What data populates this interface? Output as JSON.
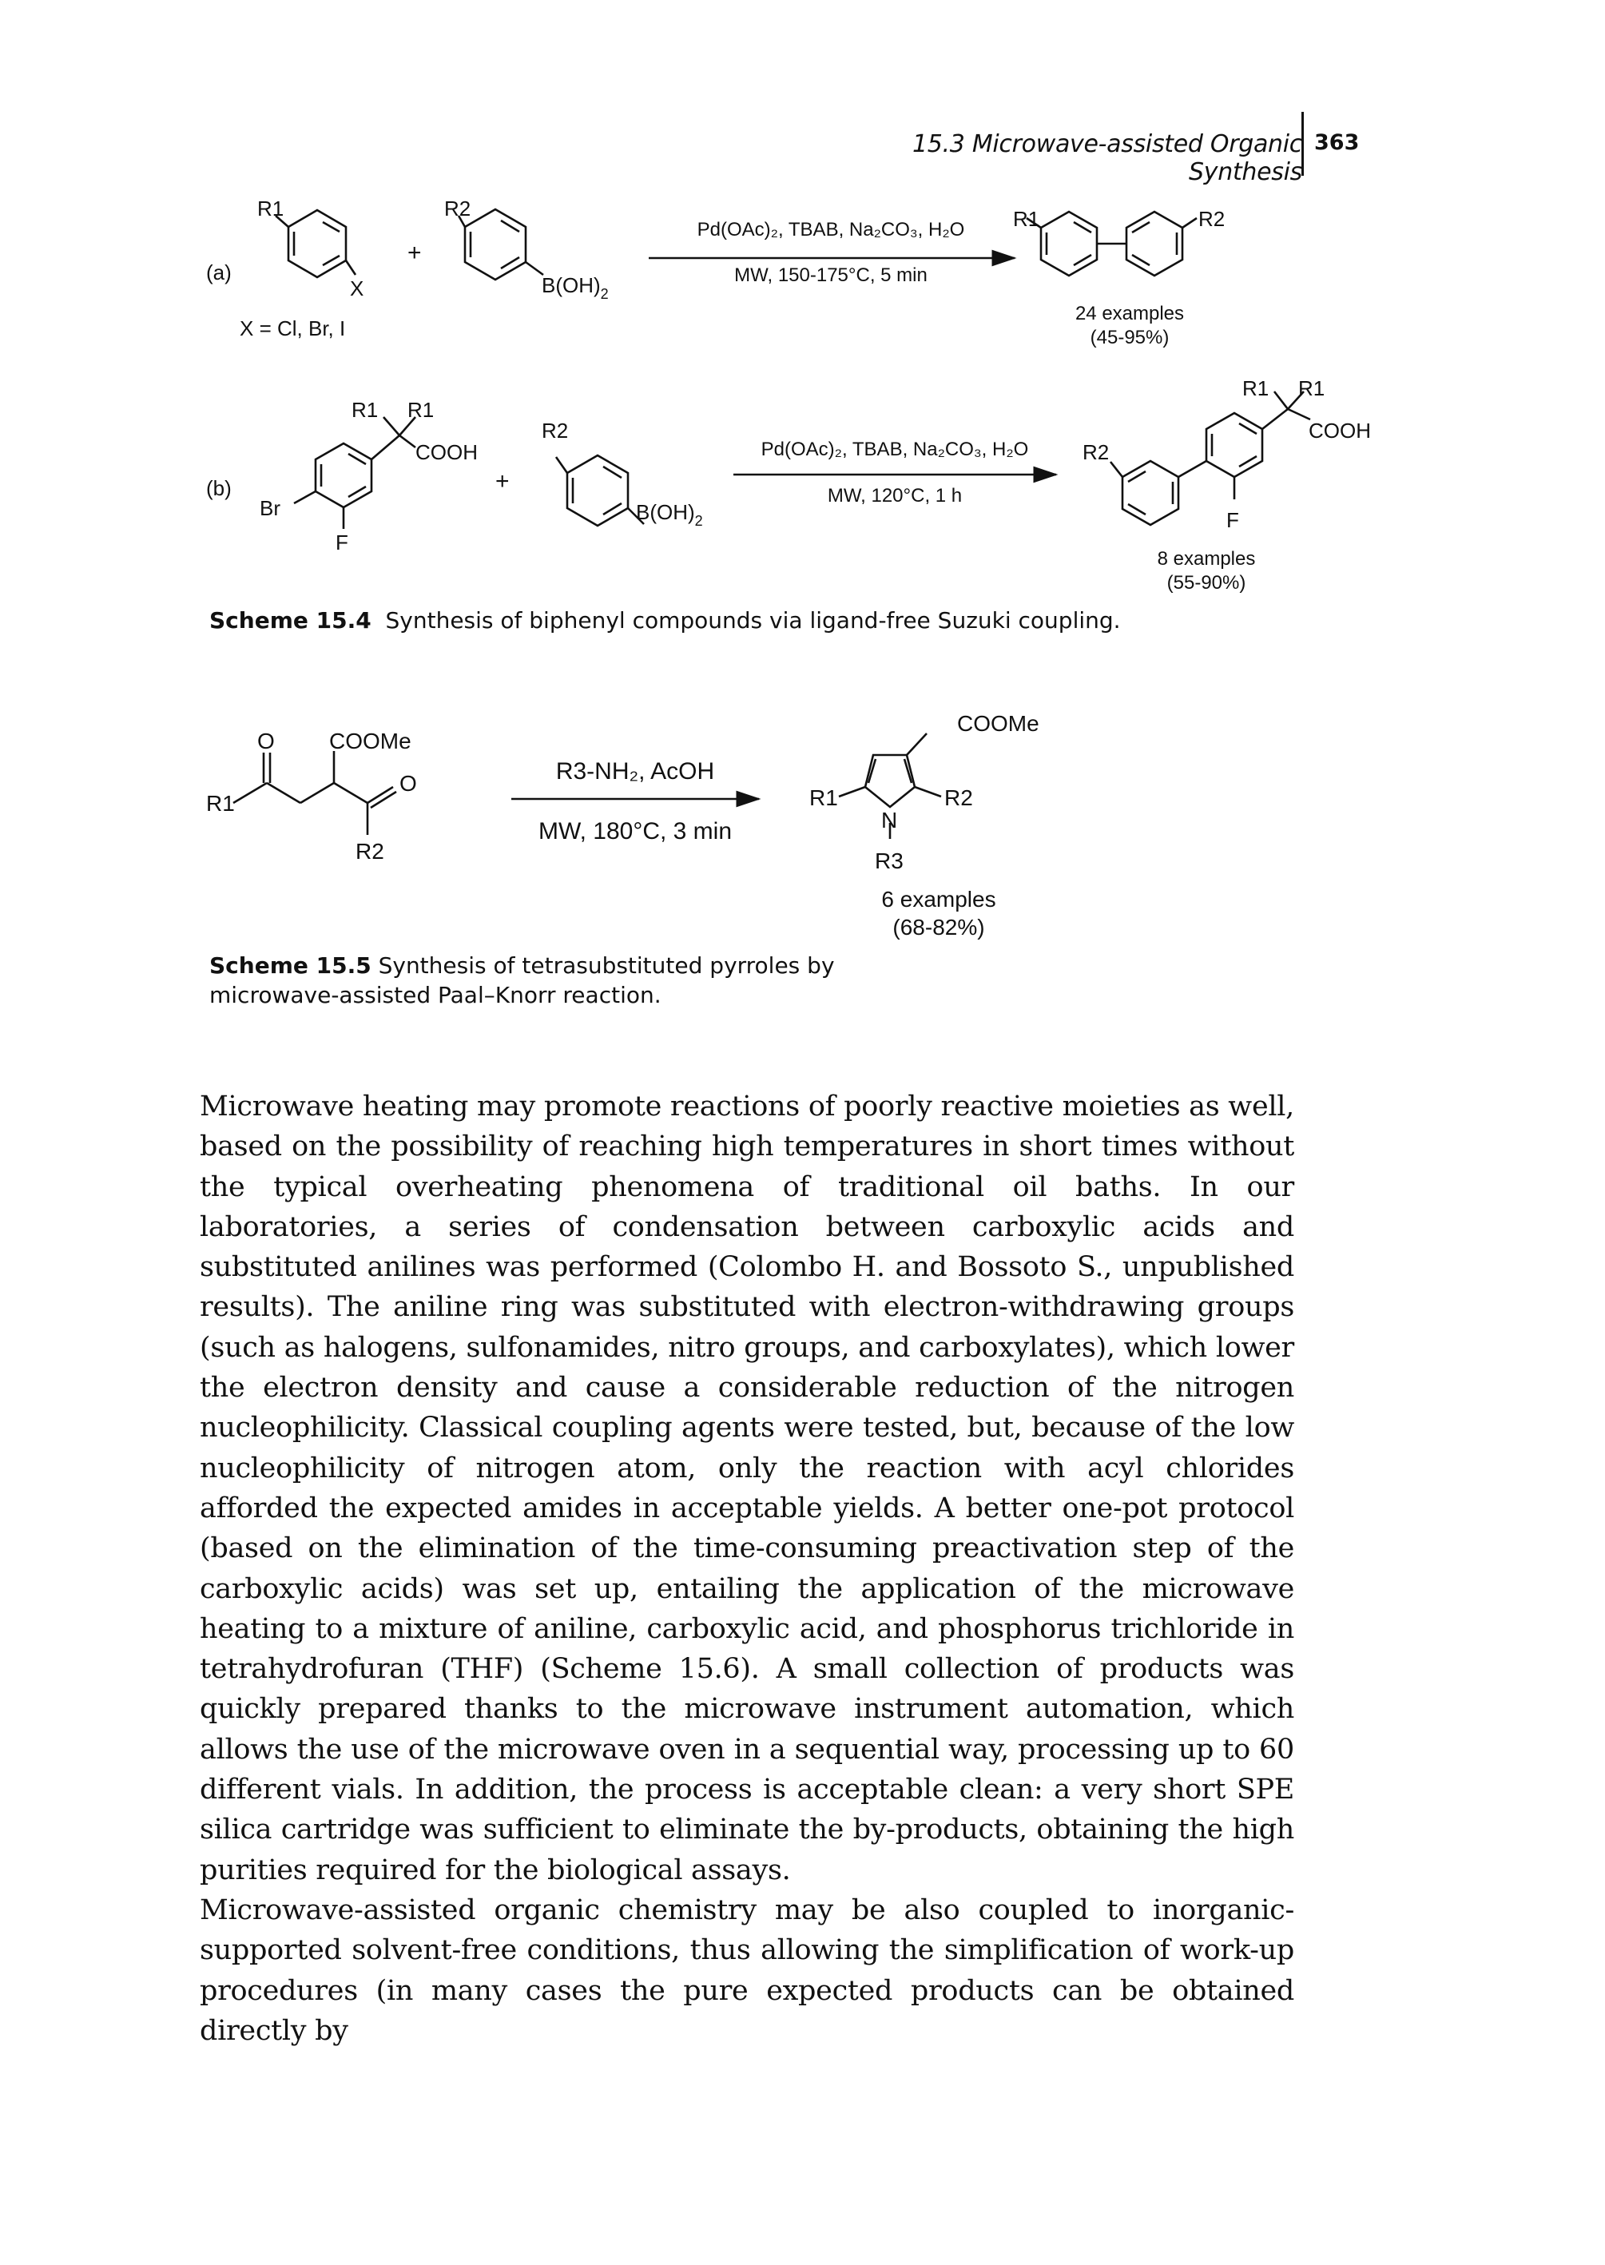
{
  "header": {
    "section_title": "15.3 Microwave-assisted Organic Synthesis",
    "page_number": "363"
  },
  "scheme_15_4": {
    "a": {
      "label": "(a)",
      "r1": "R1",
      "r2": "R2",
      "x": "X",
      "boronic": "B(OH)",
      "x_def": "X = Cl, Br, I",
      "conditions_top": "Pd(OAc)₂, TBAB, Na₂CO₃, H₂O",
      "conditions_bottom": "MW, 150-175°C, 5 min",
      "yield_count": "24 examples",
      "yield_range": "(45-95%)"
    },
    "b": {
      "label": "(b)",
      "r1": "R1",
      "r2": "R2",
      "cooh": "COOH",
      "br": "Br",
      "f": "F",
      "boronic": "B(OH)",
      "conditions_top": "Pd(OAc)₂, TBAB, Na₂CO₃, H₂O",
      "conditions_bottom": "MW, 120°C, 1 h",
      "yield_count": "8 examples",
      "yield_range": "(55-90%)"
    },
    "plus": "+",
    "caption_label": "Scheme 15.4",
    "caption_text": "Synthesis of biphenyl compounds via ligand-free Suzuki coupling."
  },
  "scheme_15_5": {
    "o": "O",
    "coome": "COOMe",
    "r1": "R1",
    "r2": "R2",
    "r3": "R3",
    "n": "N",
    "conditions_top": "R3-NH₂, AcOH",
    "conditions_bottom": "MW, 180°C, 3 min",
    "yield_count": "6 examples",
    "yield_range": "(68-82%)",
    "caption_label": "Scheme 15.5",
    "caption_line1": "Synthesis of tetrasubstituted pyrroles by",
    "caption_line2": "microwave-assisted Paal–Knorr reaction."
  },
  "body": {
    "paragraph1": "Microwave heating may promote reactions of poorly reactive moieties as well, based on the possibility of reaching high temperatures in short times without the typical overheating phenomena of traditional oil baths. In our laboratories, a series of condensation between carboxylic acids and substituted anilines was performed (Colombo H. and Bossoto S., unpublished results). The aniline ring was substituted with electron-withdrawing groups (such as halogens, sulfonamides, nitro groups, and carboxylates), which lower the electron density and cause a considerable reduction of the nitrogen nucleophilicity. Classical coupling agents were tested, but, because of the low nucleophilicity of nitrogen atom, only the reaction with acyl chlorides afforded the expected amides in acceptable yields. A better one-pot protocol (based on the elimination of the time-consuming preactivation step of the carboxylic acids) was set up, entailing the application of the microwave heating to a mixture of aniline, carboxylic acid, and phosphorus trichloride in tetrahydrofuran (THF) (Scheme 15.6). A small collection of products was quickly prepared thanks to the microwave instrument automation, which allows the use of the microwave oven in a sequential way, processing up to 60 different vials. In addition, the process is acceptable clean: a very short SPE silica cartridge was sufficient to eliminate the by-products, obtaining the high purities required for the biological assays.",
    "paragraph2": "Microwave-assisted organic chemistry may be also coupled to inorganic-supported solvent-free conditions, thus allowing the simplification of work-up procedures (in many cases the pure expected products can be obtained directly by"
  }
}
